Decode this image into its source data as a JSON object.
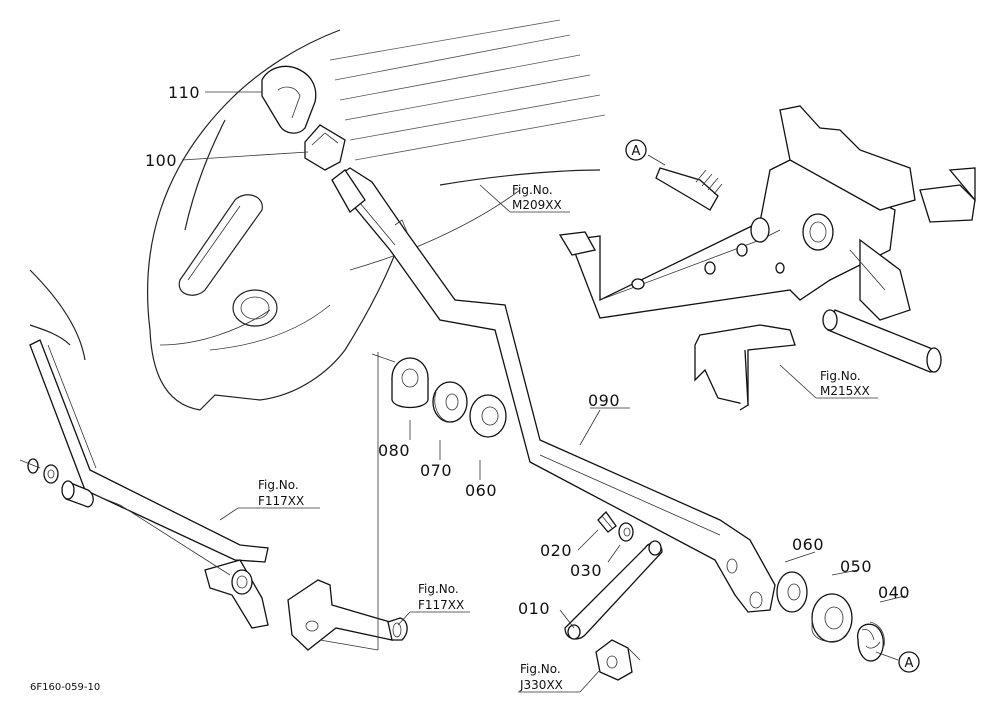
{
  "part_labels": {
    "p110": "110",
    "p100": "100",
    "p090": "090",
    "p080": "080",
    "p070": "070",
    "p060a": "060",
    "p060b": "060",
    "p050": "050",
    "p040": "040",
    "p030": "030",
    "p020": "020",
    "p010": "010"
  },
  "fig_refs": {
    "m209_a": "Fig.No.",
    "m209_b": "M209XX",
    "m215_a": "Fig.No.",
    "m215_b": "M215XX",
    "f117l_a": "Fig.No.",
    "f117l_b": "F117XX",
    "f117c_a": "Fig.No.",
    "f117c_b": "F117XX",
    "j330_a": "Fig.No.",
    "j330_b": "J330XX"
  },
  "callouts": {
    "a1": "A",
    "a2": "A"
  },
  "drawing_code": "6F160-059-10"
}
